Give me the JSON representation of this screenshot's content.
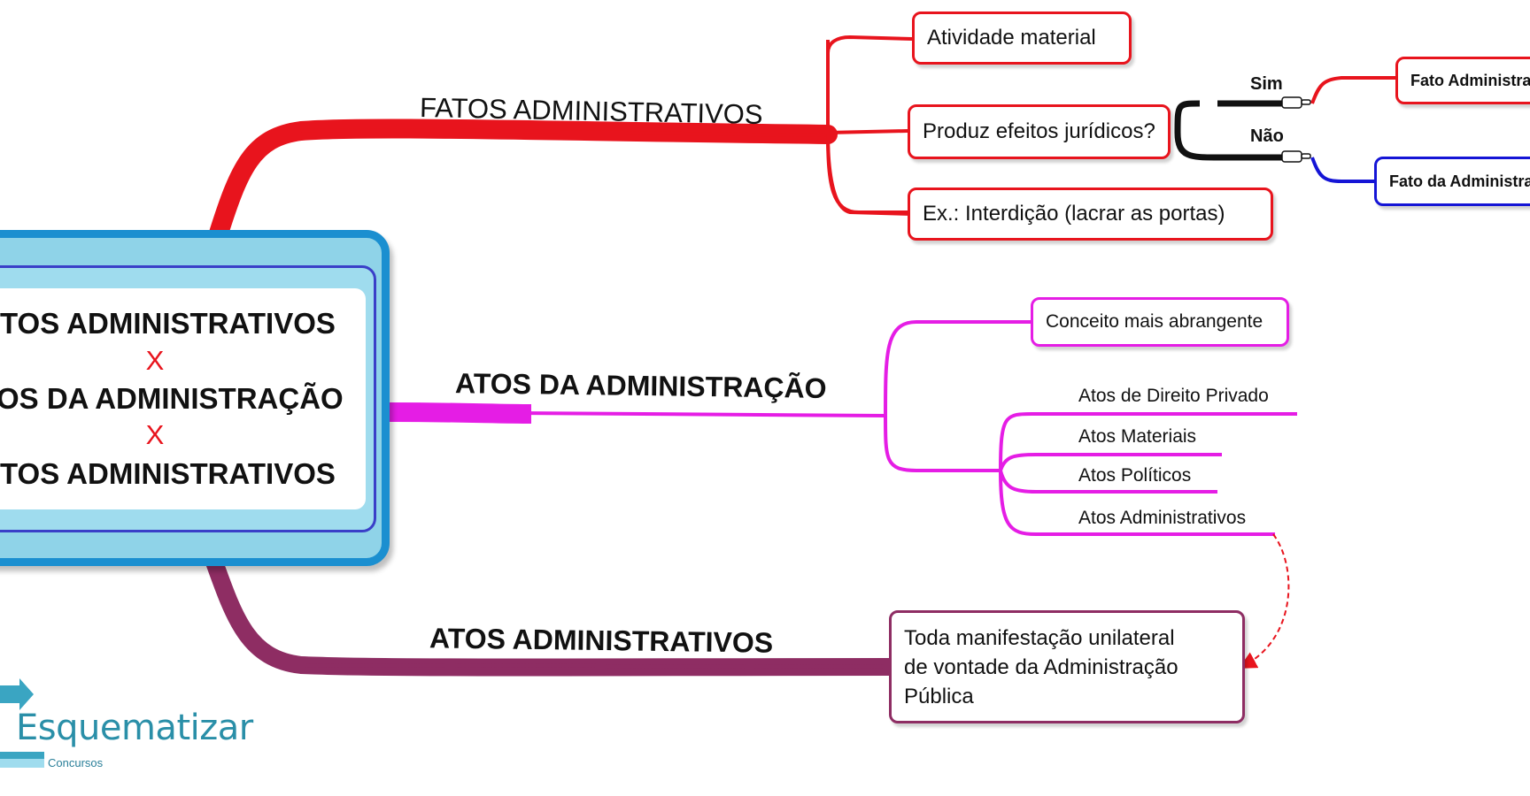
{
  "central_topic": {
    "line1": "TOS ADMINISTRATIVOS",
    "sep1": "X",
    "line2": "OS DA ADMINISTRAÇÃO",
    "sep2": "X",
    "line3": "TOS ADMINISTRATIVOS"
  },
  "branches": {
    "fatos": {
      "label": "FATOS ADMINISTRATIVOS",
      "color": "#e8141d",
      "children": {
        "atividade": "Atividade material",
        "produz": "Produz efeitos jurídicos?",
        "exemplo": "Ex.: Interdição (lacrar as portas)"
      },
      "decision": {
        "yes_label": "Sim",
        "no_label": "Não",
        "yes_result": "Fato Administrativo",
        "no_result": "Fato da Administração",
        "yes_color": "#e8141d",
        "no_color": "#1515d6"
      }
    },
    "atos_adm": {
      "label": "ATOS DA ADMINISTRAÇÃO",
      "color": "#e51de5",
      "children": {
        "conceito": "Conceito mais abrangente",
        "items": [
          "Atos de Direito Privado",
          "Atos Materiais",
          "Atos Políticos",
          "Atos Administrativos"
        ]
      }
    },
    "atos_administrativos": {
      "label": "ATOS ADMINISTRATIVOS",
      "color": "#8e2d63",
      "children": {
        "definicao_line1": "Toda manifestação unilateral",
        "definicao_line2": "de vontade da Administração",
        "definicao_line3": "Pública"
      }
    }
  },
  "logo": {
    "name": "Esquematizar",
    "tagline": "Concursos",
    "color": "#2a8fa8"
  }
}
